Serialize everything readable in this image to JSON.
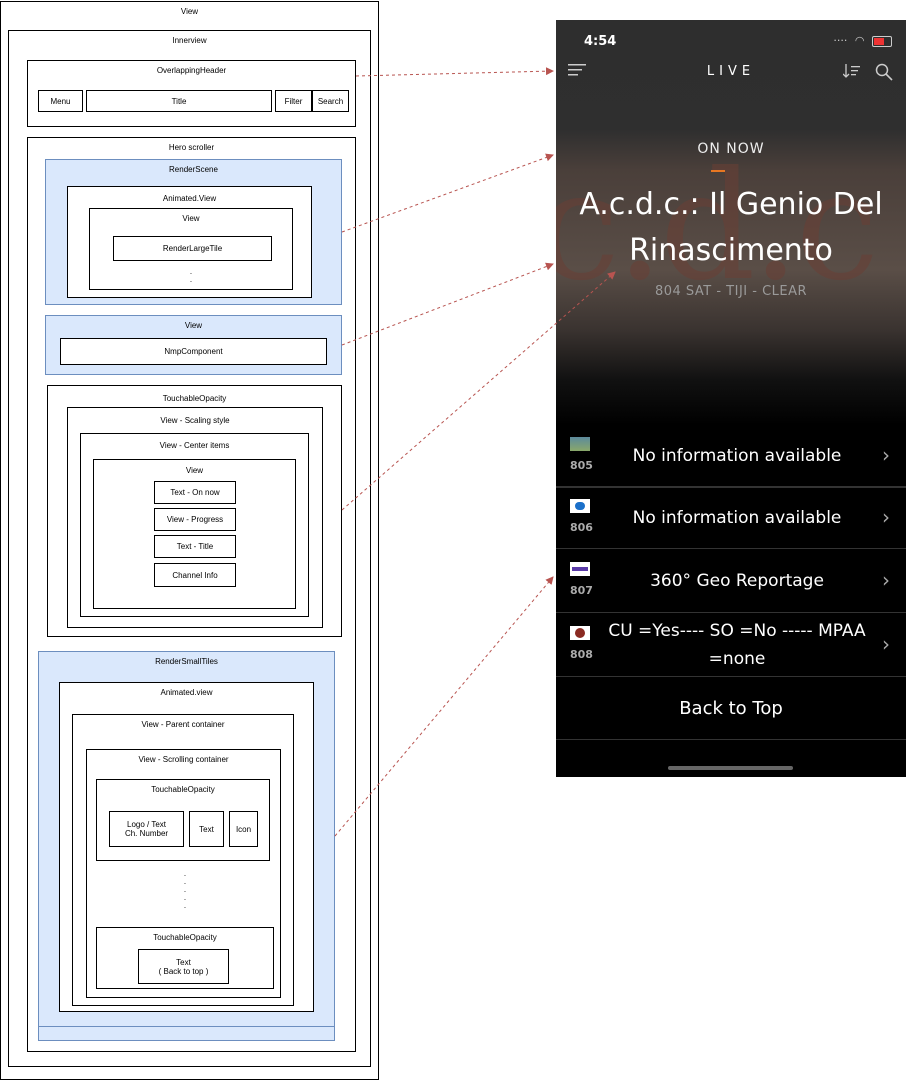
{
  "diagram": {
    "view": "View",
    "innerview": "Innerview",
    "overlapping_header": "OverlappingHeader",
    "menu": "Menu",
    "title": "Title",
    "filter": "Filter",
    "search": "Search",
    "hero_scroller": "Hero scroller",
    "render_scene": "RenderScene",
    "animated_view": "Animated.View",
    "view_inner": "View",
    "render_large_tile": "RenderLargeTile",
    "view_nmp": "View",
    "nmp_component": "NmpComponent",
    "touchable_opacity": "TouchableOpacity",
    "view_scaling": "View -  Scaling style",
    "view_center": "View - Center items",
    "view_center_inner": "View",
    "text_on_now": "Text - On now",
    "view_progress": "View - Progress",
    "text_title": "Text - Title",
    "channel_info": "Channel Info",
    "render_small_tiles": "RenderSmallTiles",
    "animated_view_small": "Animated.view",
    "view_parent": "View - Parent container",
    "view_scrolling": "View - Scrolling container",
    "touchable_opacity_1": "TouchableOpacity",
    "logo_text": "Logo / Text\nCh. Number",
    "text": "Text",
    "icon": "Icon",
    "touchable_opacity_2": "TouchableOpacity",
    "back_to_top_text": "Text\n( Back to top )"
  },
  "phone": {
    "time": "4:54",
    "header_title": "LIVE",
    "on_now": "ON NOW",
    "show_title": "A.c.d.c.: Il Genio Del Rinascimento",
    "channel_info": "804 SAT - TIJI - CLEAR",
    "hero_art_text": "c.d.c",
    "rows": [
      {
        "number": "805",
        "text": "No information available"
      },
      {
        "number": "806",
        "text": "No information available"
      },
      {
        "number": "807",
        "text": "360° Geo Reportage"
      },
      {
        "number": "808",
        "text": "CU =Yes---- SO =No ----- MPAA =none"
      }
    ],
    "back_to_top": "Back to Top"
  },
  "colors": {
    "blue_fill": "#dae8fc",
    "blue_stroke": "#6c8ebf",
    "arrow": "#b85450",
    "progress": "#e87722",
    "phone_bg": "#000000"
  },
  "icons": [
    "menu-icon",
    "sort-icon",
    "search-icon",
    "chevron-right-icon",
    "wifi-icon",
    "battery-icon",
    "signal-icon"
  ]
}
